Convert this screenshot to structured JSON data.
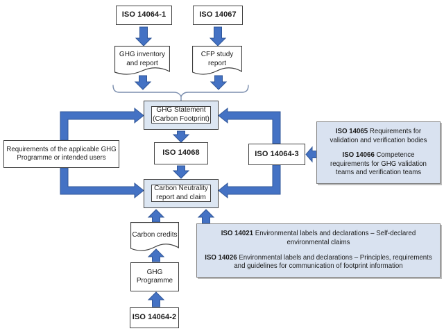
{
  "diagram": {
    "nodes": {
      "iso14064_1": "ISO 14064-1",
      "iso14067": "ISO 14067",
      "ghg_inventory_report": "GHG inventory and report",
      "cfp_study_report": "CFP study report",
      "ghg_statement": {
        "line1": "GHG Statement",
        "line2": "(Carbon Footprint)"
      },
      "iso14068": "ISO 14068",
      "iso14064_3": "ISO 14064-3",
      "carbon_neutrality": {
        "line1": "Carbon Neutrality",
        "line2": "report and claim"
      },
      "requirements": "Requirements of the applicable GHG Programme or intended users",
      "carbon_credits": "Carbon credits",
      "ghg_programme": {
        "line1": "GHG",
        "line2": "Programme"
      },
      "iso14064_2": "ISO 14064-2"
    },
    "info_boxes": {
      "validation": {
        "items": [
          {
            "code": "ISO 14065",
            "text": "Requirements for validation and verification bodies"
          },
          {
            "code": "ISO 14066",
            "text": "Competence requirements for GHG validation teams and verification teams"
          }
        ]
      },
      "labels": {
        "items": [
          {
            "code": "ISO 14021",
            "text": "Environmental labels and declarations – Self-declared environmental claims"
          },
          {
            "code": "ISO 14026",
            "text": "Environmental labels and declarations – Principles, requirements and guidelines for communication of footprint information"
          }
        ]
      }
    },
    "colors": {
      "arrow_fill": "#4472c4",
      "arrow_border": "#2f5597",
      "statement_fill": "#dce6f2",
      "info_fill": "#d9e2f0",
      "box_border": "#3f3f3f",
      "info_border": "#808080",
      "brace": "#7b8eae"
    }
  }
}
